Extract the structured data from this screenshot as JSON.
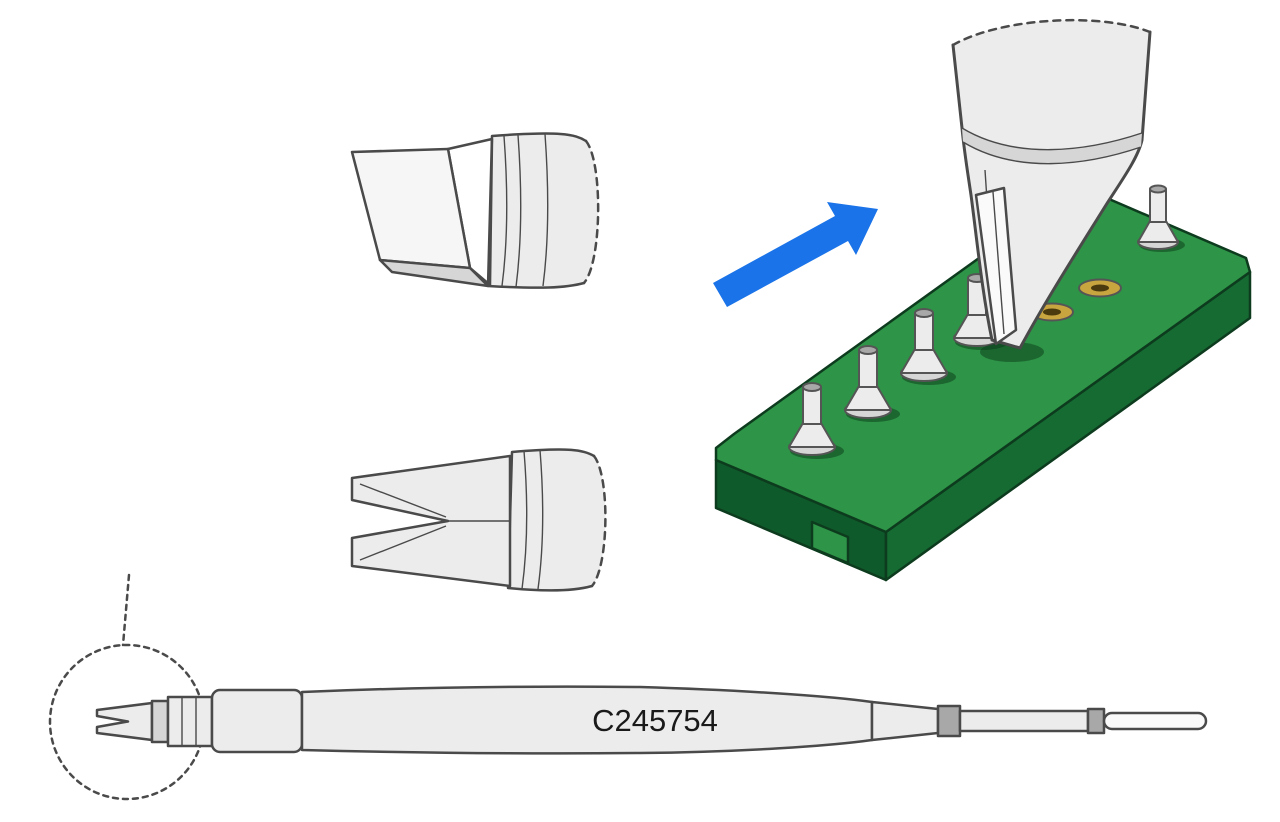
{
  "illustration": {
    "kind": "soldering-cartridge-technical-illustration",
    "part_number": "C245754",
    "views": {
      "cutaway_detail": "tip-cutaway-detail",
      "front_detail": "tip-fork-front-view",
      "application": "iron-tip-applied-to-connector-block-pins",
      "full_cartridge": "cartridge-side-view-with-magnified-tip"
    }
  },
  "icons": {
    "arrow": "insertion-direction-arrow"
  },
  "colors": {
    "background": "#ffffff",
    "outline": "#4a4a4a",
    "metal_light": "#ececec",
    "metal_mid": "#d6d6d6",
    "metal_dark": "#a8a8a8",
    "board_top": "#2e9447",
    "board_side": "#166b33",
    "board_side_dark": "#0f5a2a",
    "board_outline": "#0d3b1e",
    "hatch_fill": "#e9d8a2",
    "hatch_stroke": "#b89b4a",
    "gold": "#c9a53f",
    "arrow_blue": "#1a73e8",
    "label_text": "#1a1a1a"
  }
}
